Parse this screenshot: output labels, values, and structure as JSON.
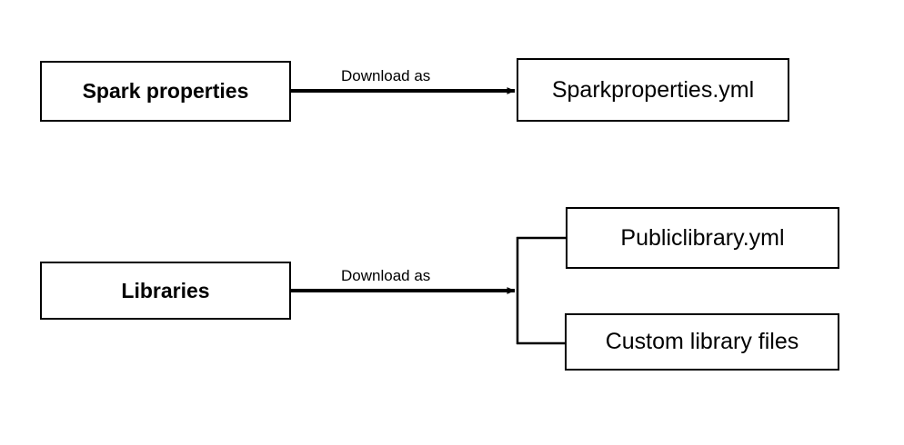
{
  "diagram": {
    "type": "flow-diagram",
    "background_color": "#ffffff",
    "line_color": "#000000",
    "text_color": "#000000",
    "nodes": [
      {
        "id": "spark-properties",
        "label": "Spark properties",
        "style": "bold",
        "role": "source"
      },
      {
        "id": "spark-yml",
        "label": "Sparkproperties.yml",
        "style": "plain",
        "role": "target"
      },
      {
        "id": "libraries",
        "label": "Libraries",
        "style": "bold",
        "role": "source"
      },
      {
        "id": "public-library",
        "label": "Publiclibrary.yml",
        "style": "plain",
        "role": "target"
      },
      {
        "id": "custom-library",
        "label": "Custom library files",
        "style": "plain",
        "role": "target"
      }
    ],
    "edges": [
      {
        "id": "edge-spark",
        "from": "spark-properties",
        "to": [
          "spark-yml"
        ],
        "label": "Download as",
        "arrow": true
      },
      {
        "id": "edge-libraries",
        "from": "libraries",
        "to": [
          "public-library",
          "custom-library"
        ],
        "label": "Download as",
        "arrow": true,
        "branching": true
      }
    ]
  }
}
